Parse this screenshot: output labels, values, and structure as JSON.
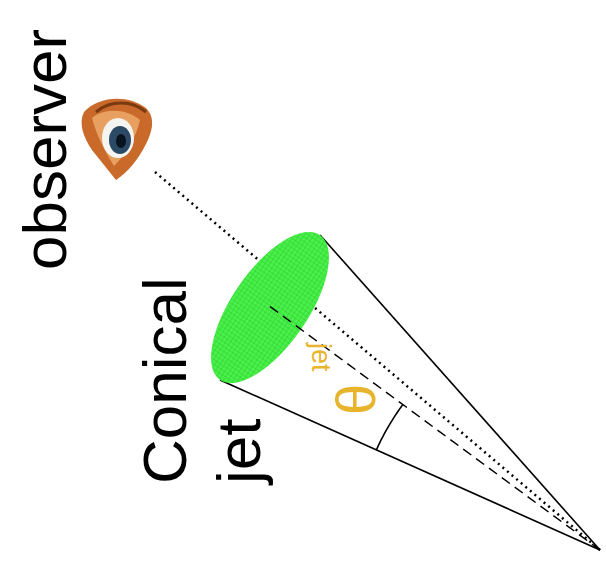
{
  "diagram": {
    "labels": [
      "observer",
      "Conical jet",
      "θ",
      "jet"
    ]
  }
}
